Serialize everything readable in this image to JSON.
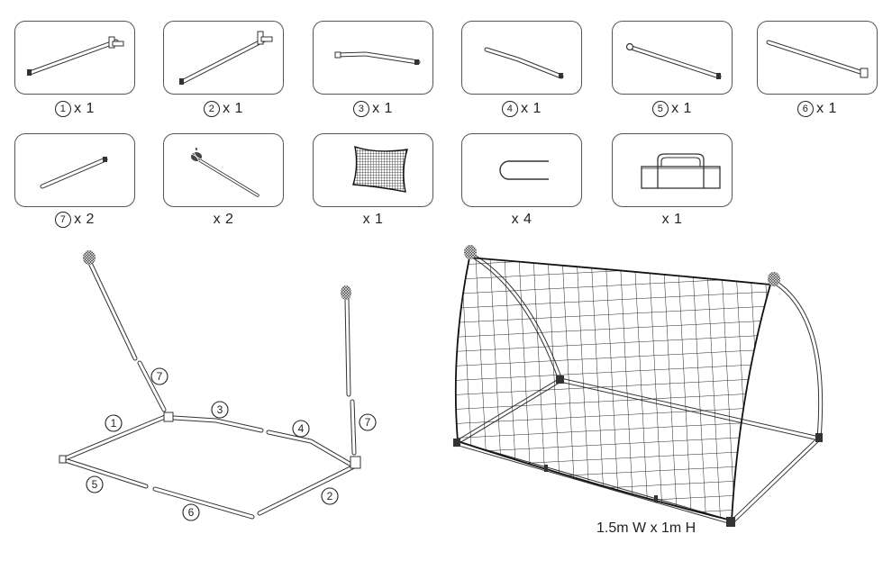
{
  "parts": [
    {
      "num": "1",
      "qty": "x 1"
    },
    {
      "num": "2",
      "qty": "x 1"
    },
    {
      "num": "3",
      "qty": "x 1"
    },
    {
      "num": "4",
      "qty": "x 1"
    },
    {
      "num": "5",
      "qty": "x 1"
    },
    {
      "num": "6",
      "qty": "x 1"
    },
    {
      "num": "7",
      "qty": "x 2"
    },
    {
      "num": "",
      "qty": "x 2"
    },
    {
      "num": "",
      "qty": "x 1"
    },
    {
      "num": "",
      "qty": "x 4"
    },
    {
      "num": "",
      "qty": "x 1"
    }
  ],
  "assembly_labels": {
    "p1": "1",
    "p2": "2",
    "p3": "3",
    "p4": "4",
    "p5": "5",
    "p6": "6",
    "p7a": "7",
    "p7b": "7"
  },
  "dimension": "1.5m W x 1m H"
}
